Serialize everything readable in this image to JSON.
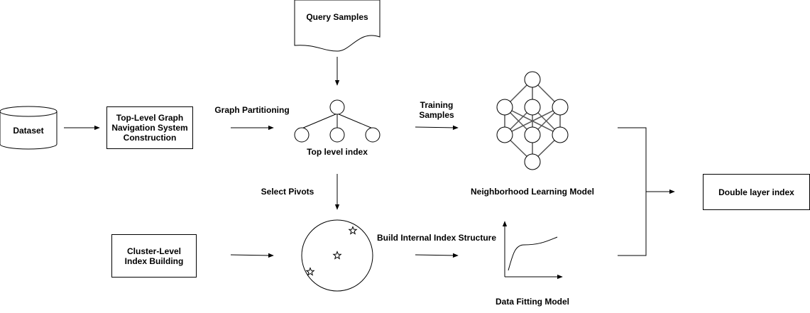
{
  "nodes": {
    "dataset": "Dataset",
    "top_level_construction": "Top-Level Graph Navigation System Construction",
    "cluster_level_building": "Cluster-Level Index Building",
    "query_samples": "Query Samples",
    "double_layer_index": "Double layer index"
  },
  "labels": {
    "graph_partitioning": "Graph Partitioning",
    "top_level_index": "Top level index",
    "training_samples": "Training Samples",
    "neighborhood_learning_model": "Neighborhood Learning Model",
    "select_pivots": "Select Pivots",
    "build_internal_index": "Build Internal Index Structure",
    "data_fitting_model": "Data Fitting Model"
  },
  "icons": {
    "database": "cylinder-icon",
    "document": "document-icon",
    "tree": "tree-graph-icon",
    "neural_net": "neural-network-icon",
    "cluster": "cluster-circle-icon",
    "curve": "curve-chart-icon"
  }
}
